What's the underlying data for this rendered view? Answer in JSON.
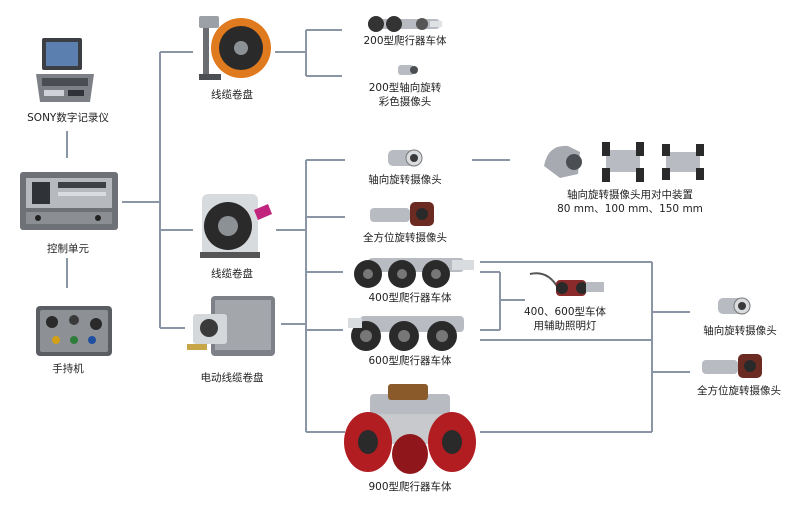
{
  "labels": {
    "sony_recorder": "SONY数字记录仪",
    "control_unit": "控制单元",
    "handheld": "手持机",
    "cable_reel_1": "线缆卷盘",
    "cable_reel_2": "线缆卷盘",
    "electric_reel": "电动线缆卷盘",
    "crawler_200": "200型爬行器车体",
    "axial_camera_200_line1": "200型轴向旋转",
    "axial_camera_200_line2": "彩色摄像头",
    "axial_camera": "轴向旋转摄像头",
    "centering_device_line1": "轴向旋转摄像头用对中装置",
    "centering_device_line2": "80 mm、100 mm、150 mm",
    "omni_camera": "全方位旋转摄像头",
    "crawler_400": "400型爬行器车体",
    "crawler_600": "600型爬行器车体",
    "aux_light_line1": "400、600型车体",
    "aux_light_line2": "用辅助照明灯",
    "axial_camera_right": "轴向旋转摄像头",
    "omni_camera_right": "全方位旋转摄像头",
    "crawler_900": "900型爬行器车体"
  },
  "colors": {
    "line": "#8a96a6",
    "reel_orange": "#e07a1f",
    "wheel_red": "#b21d22",
    "metal": "#b8bcc2",
    "dark": "#2a2a2a"
  }
}
